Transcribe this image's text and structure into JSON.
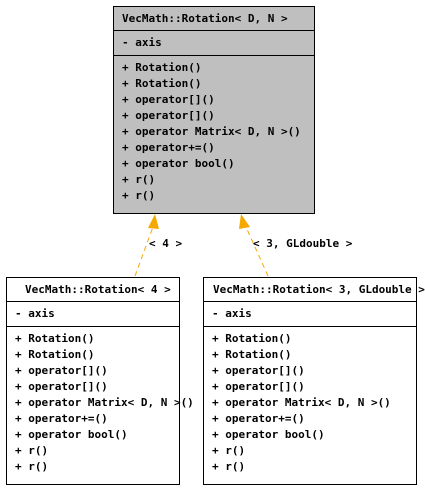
{
  "colors": {
    "node_fill_main": "#bfbfbf",
    "node_fill": "#ffffff",
    "border": "#000000",
    "arrow": "#f5a800"
  },
  "main_node": {
    "title": "VecMath::Rotation< D, N >",
    "attributes": [
      "- axis"
    ],
    "methods": [
      "+ Rotation()",
      "+ Rotation()",
      "+ operator[]()",
      "+ operator[]()",
      "+ operator Matrix< D, N >()",
      "+ operator+=()",
      "+ operator bool()",
      "+ r()",
      "+ r()"
    ]
  },
  "left_node": {
    "title": "VecMath::Rotation< 4 >",
    "attributes": [
      "- axis"
    ],
    "methods": [
      "+ Rotation()",
      "+ Rotation()",
      "+ operator[]()",
      "+ operator[]()",
      "+ operator Matrix< D, N >()",
      "+ operator+=()",
      "+ operator bool()",
      "+ r()",
      "+ r()"
    ]
  },
  "right_node": {
    "title": "VecMath::Rotation< 3, GLdouble >",
    "attributes": [
      "- axis"
    ],
    "methods": [
      "+ Rotation()",
      "+ Rotation()",
      "+ operator[]()",
      "+ operator[]()",
      "+ operator Matrix< D, N >()",
      "+ operator+=()",
      "+ operator bool()",
      "+ r()",
      "+ r()"
    ]
  },
  "edges": {
    "left_label": "< 4 >",
    "right_label": "< 3, GLdouble >"
  }
}
